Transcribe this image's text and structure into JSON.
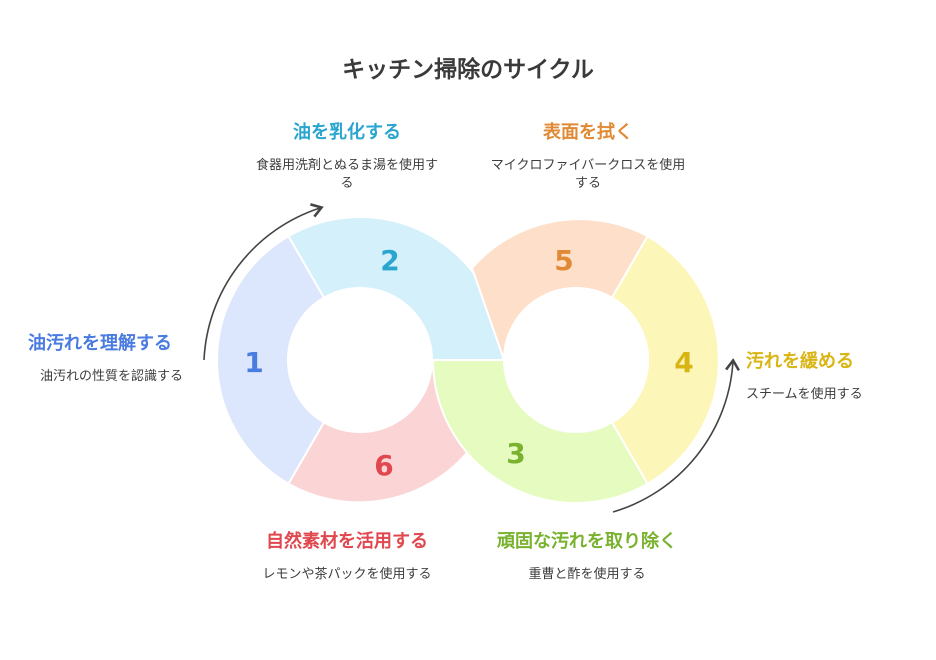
{
  "title": "キッチン掃除のサイクル",
  "steps": [
    {
      "number": "1",
      "heading": "油汚れを理解する",
      "description": "油汚れの性質を認識する",
      "color": "#4a7be0",
      "fill": "#dce6fd"
    },
    {
      "number": "2",
      "heading": "油を乳化する",
      "description": "食器用洗剤とぬるま湯を使用する",
      "color": "#2aa5cf",
      "fill": "#d4f0fb"
    },
    {
      "number": "3",
      "heading": "頑固な汚れを取り除く",
      "description": "重曹と酢を使用する",
      "color": "#78b22e",
      "fill": "#e6fbbf"
    },
    {
      "number": "4",
      "heading": "汚れを緩める",
      "description": "スチームを使用する",
      "color": "#d9b513",
      "fill": "#fdf6b9"
    },
    {
      "number": "5",
      "heading": "表面を拭く",
      "description": "マイクロファイバークロスを使用する",
      "color": "#e08a36",
      "fill": "#fddfca"
    },
    {
      "number": "6",
      "heading": "自然素材を活用する",
      "description": "レモンや茶パックを使用する",
      "color": "#e0474f",
      "fill": "#fbd5d6"
    }
  ]
}
